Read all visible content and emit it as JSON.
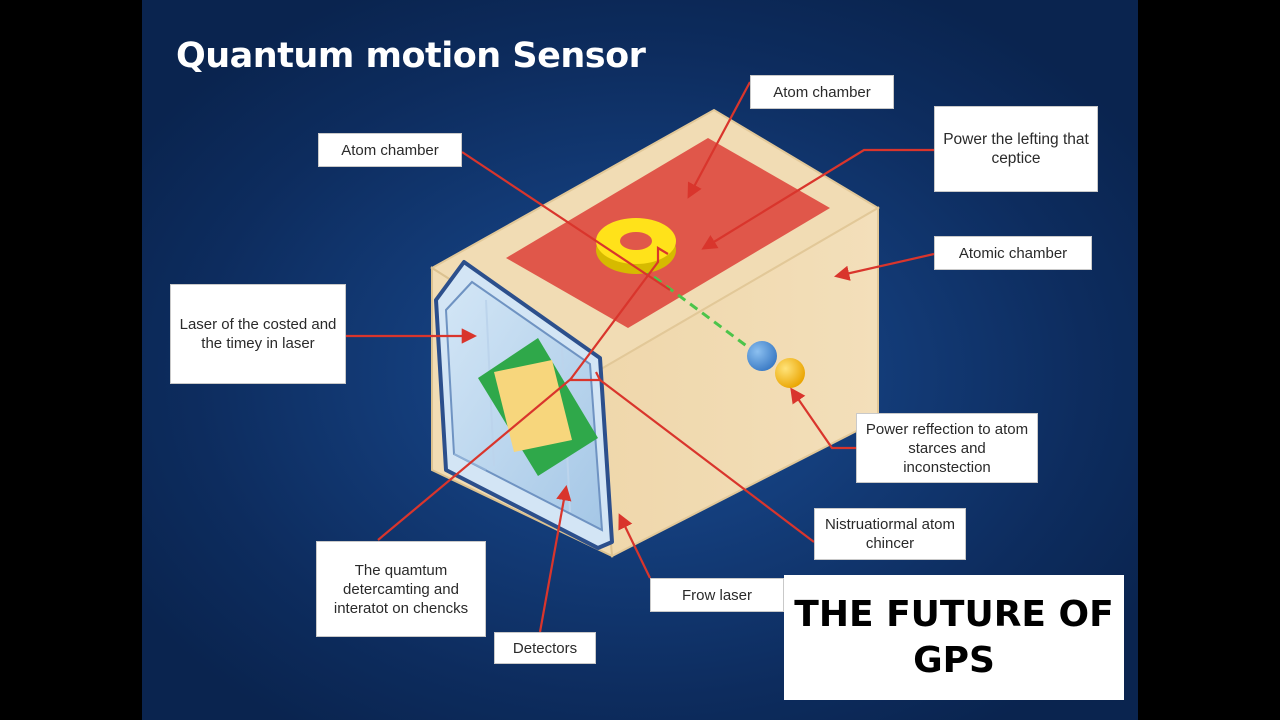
{
  "title": "Quantum motion Sensor",
  "labels": {
    "atom_chamber_top": "Atom chamber",
    "atom_chamber_left": "Atom chamber",
    "power_lefting": "Power the lefting that ceptice",
    "atomic_chamber": "Atomic chamber",
    "laser_costed": "Laser of the costed and the timey in laser",
    "power_reffection": "Power reffection to atom starces and inconstection",
    "nistruatiormal": "Nistruatiormal atom chincer",
    "quamtum_detercamting": "The quamtum detercamting and interatot on chencks",
    "frow_laser": "Frow laser",
    "detectors": "Detectors"
  },
  "banner": "THE FUTURE OF GPS",
  "colors": {
    "background": "#143e7c",
    "box_face": "#f1dcb4",
    "top_panel": "#e0574a",
    "ring": "#ffe21a",
    "window": "#b7d3ec",
    "leader_line": "#d9352c",
    "atom_blue": "#4a8fd6",
    "atom_yellow": "#f5b800"
  }
}
